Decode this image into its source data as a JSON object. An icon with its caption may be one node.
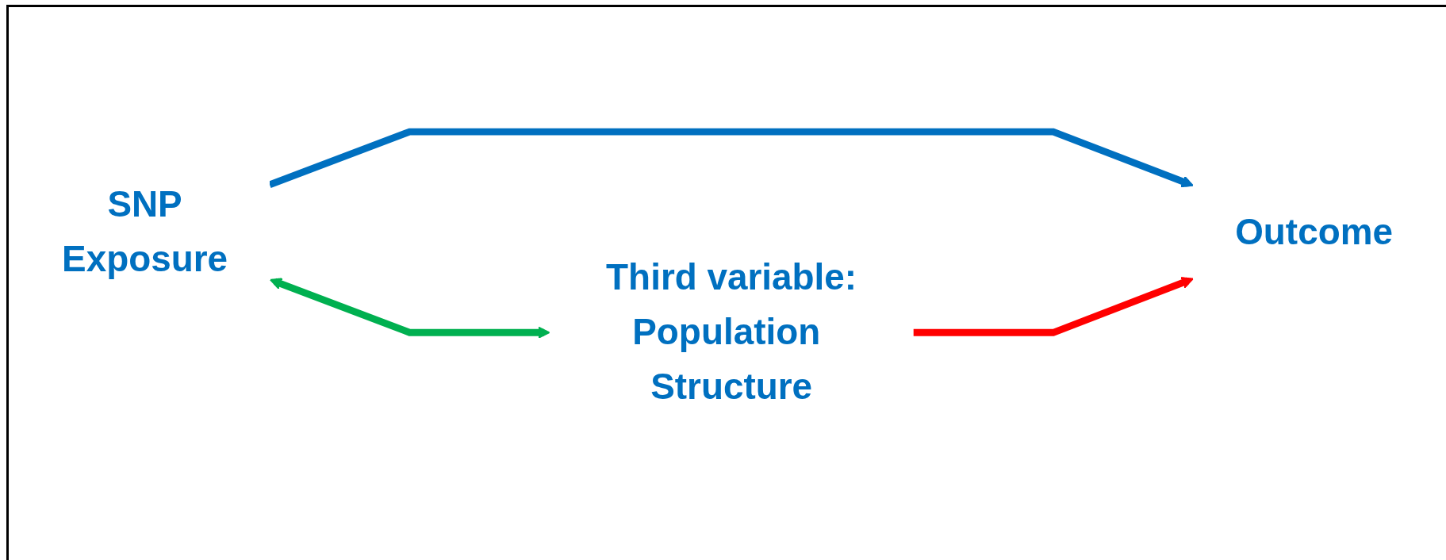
{
  "diagram": {
    "nodes": [
      {
        "text": [
          "SNP",
          "Exposure"
        ]
      },
      {
        "text": [
          "Outcome"
        ]
      },
      {
        "text": [
          "Third variable:",
          "Population Structure"
        ]
      }
    ],
    "edges": [
      {
        "from": 0,
        "to": 1,
        "arrow": "to",
        "color": "#0070c0"
      },
      {
        "from": 0,
        "to": 2,
        "arrow": "both",
        "color": "#00b050"
      },
      {
        "from": 2,
        "to": 1,
        "arrow": "to",
        "color": "#ff0000"
      }
    ]
  }
}
